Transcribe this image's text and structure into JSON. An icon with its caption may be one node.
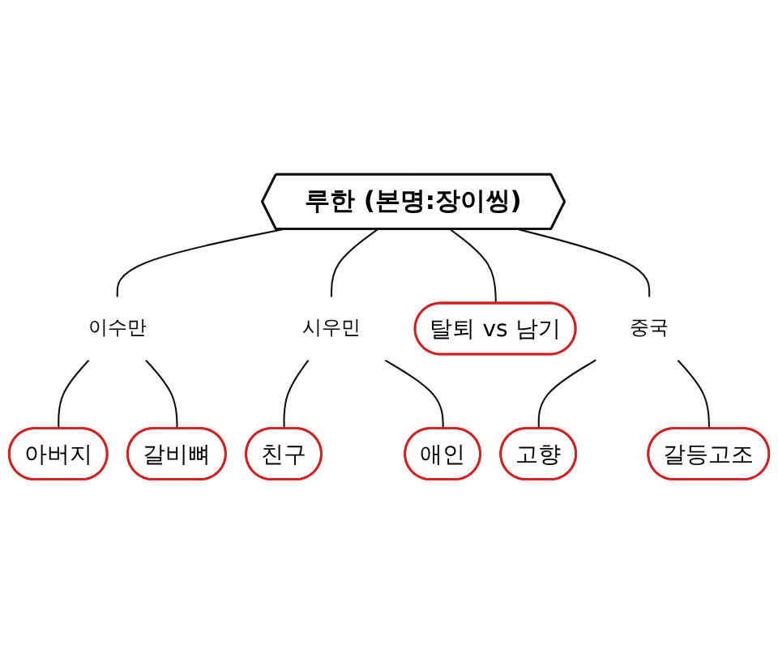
{
  "diagram": {
    "nodes": [
      {
        "text": [
          "루한 (본명:장이씽)"
        ]
      },
      {
        "text": [
          "이수만"
        ]
      },
      {
        "text": [
          "아버지"
        ]
      },
      {
        "text": [
          "갈비뼈"
        ]
      },
      {
        "text": [
          "시우민"
        ]
      },
      {
        "text": [
          "친구"
        ]
      },
      {
        "text": [
          "애인"
        ]
      },
      {
        "text": [
          "탈퇴 vs 남기"
        ]
      },
      {
        "text": [
          "중국"
        ]
      },
      {
        "text": [
          "고향"
        ]
      },
      {
        "text": [
          "갈등고조"
        ]
      }
    ],
    "edges": [
      {
        "from": 0,
        "to": 1,
        "arrow": "none"
      },
      {
        "from": 1,
        "to": 2,
        "arrow": "none"
      },
      {
        "from": 1,
        "to": 3,
        "arrow": "none"
      },
      {
        "from": 0,
        "to": 4,
        "arrow": "none"
      },
      {
        "from": 4,
        "to": 5,
        "arrow": "none"
      },
      {
        "from": 4,
        "to": 6,
        "arrow": "none"
      },
      {
        "from": 0,
        "to": 7,
        "arrow": "none"
      },
      {
        "from": 0,
        "to": 8,
        "arrow": "none"
      },
      {
        "from": 8,
        "to": 9,
        "arrow": "none"
      },
      {
        "from": 8,
        "to": 10,
        "arrow": "none"
      }
    ]
  }
}
